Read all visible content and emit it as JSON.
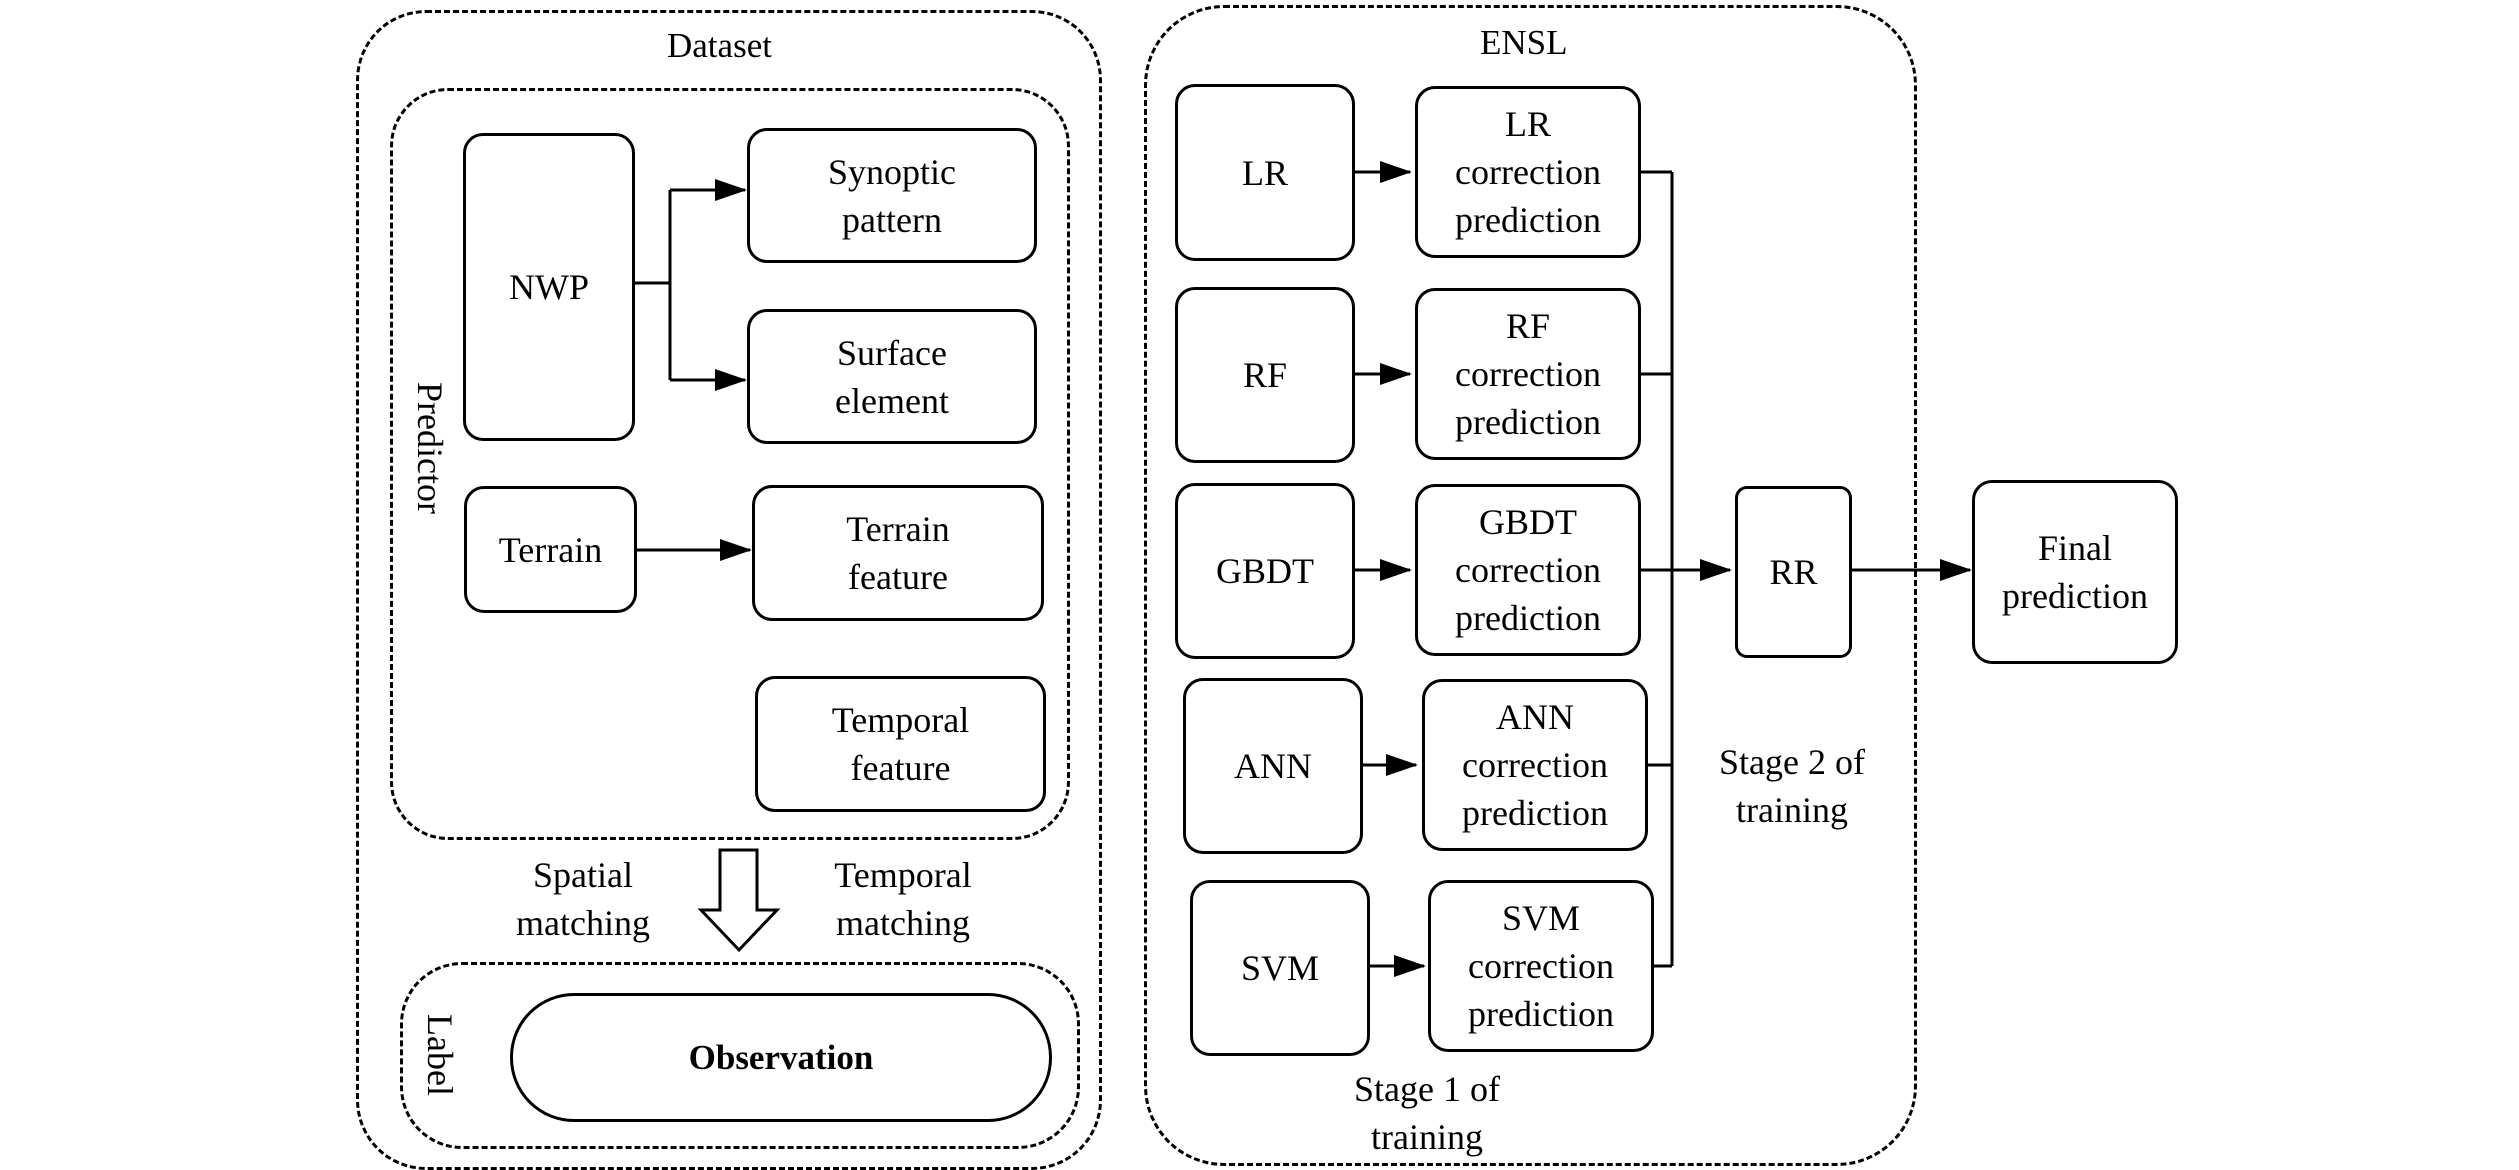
{
  "dataset": {
    "title": "Dataset",
    "predictor_label": "Predictor",
    "label_label": "Label",
    "nwp": "NWP",
    "terrain": "Terrain",
    "synoptic_pattern": [
      "Synoptic",
      "pattern"
    ],
    "surface_element": [
      "Surface",
      "element"
    ],
    "terrain_feature": [
      "Terrain",
      "feature"
    ],
    "temporal_feature": [
      "Temporal",
      "feature"
    ],
    "observation": "Observation",
    "spatial_matching": [
      "Spatial",
      "matching"
    ],
    "temporal_matching": [
      "Temporal",
      "matching"
    ]
  },
  "ensl": {
    "title": "ENSL",
    "base_models": [
      "LR",
      "RF",
      "GBDT",
      "ANN",
      "SVM"
    ],
    "corrections": [
      [
        "LR",
        "correction",
        "prediction"
      ],
      [
        "RF",
        "correction",
        "prediction"
      ],
      [
        "GBDT",
        "correction",
        "prediction"
      ],
      [
        "ANN",
        "correction",
        "prediction"
      ],
      [
        "SVM",
        "correction",
        "prediction"
      ]
    ],
    "meta_model": "RR",
    "stage1": [
      "Stage 1 of",
      "training"
    ],
    "stage2": [
      "Stage 2 of",
      "training"
    ]
  },
  "final": [
    "Final",
    "prediction"
  ]
}
